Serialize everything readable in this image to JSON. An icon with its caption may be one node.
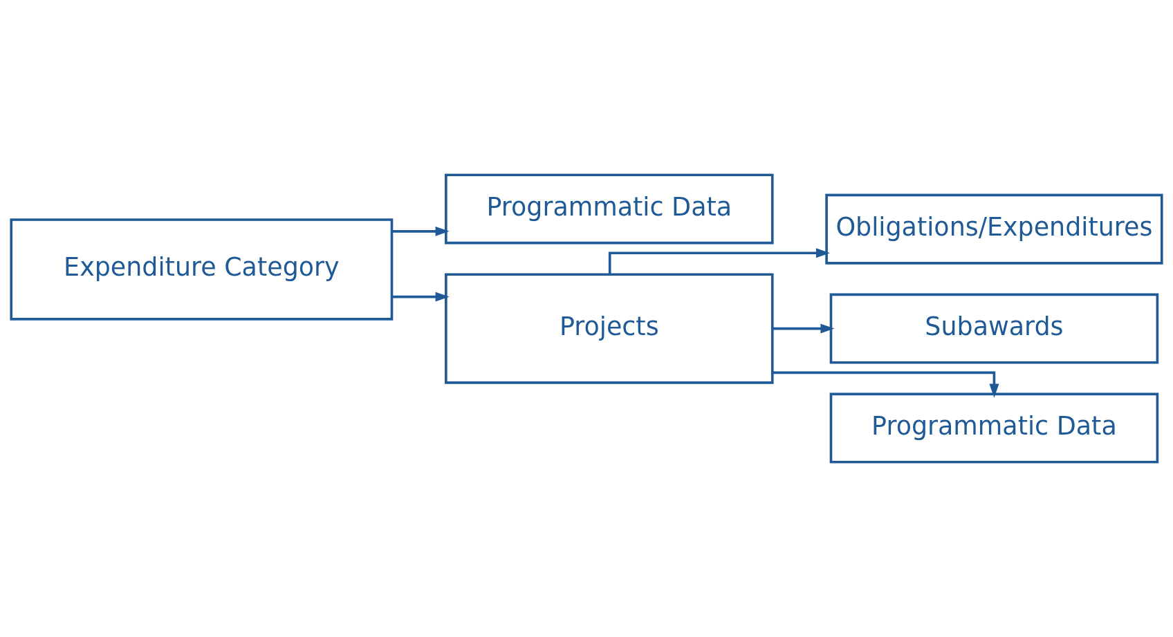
{
  "diagram": {
    "nodes": [
      {
        "text": [
          "Expenditure Category"
        ]
      },
      {
        "text": [
          "Programmatic Data"
        ]
      },
      {
        "text": [
          "Projects"
        ]
      },
      {
        "text": [
          "Obligations/Expenditures"
        ]
      },
      {
        "text": [
          "Subawards"
        ]
      },
      {
        "text": [
          "Programmatic Data"
        ]
      }
    ],
    "edges": [
      {
        "from": 0,
        "to": 1,
        "arrow": "to"
      },
      {
        "from": 0,
        "to": 2,
        "arrow": "to"
      },
      {
        "from": 2,
        "to": 3,
        "arrow": "to"
      },
      {
        "from": 2,
        "to": 4,
        "arrow": "to"
      },
      {
        "from": 2,
        "to": 5,
        "arrow": "to"
      }
    ]
  }
}
